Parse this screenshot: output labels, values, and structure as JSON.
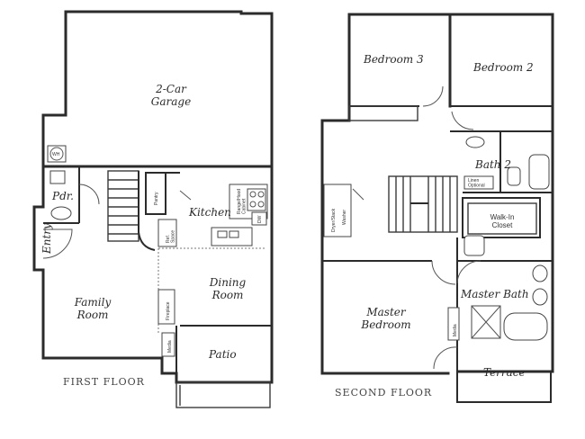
{
  "first_floor": {
    "caption": "FIRST FLOOR",
    "rooms": {
      "garage": "2-Car\nGarage",
      "pdr": "Pdr.",
      "kitchen": "Kitchen",
      "entry": "Entry",
      "family_room": "Family\nRoom",
      "dining_room": "Dining\nRoom",
      "patio": "Patio"
    },
    "fixtures": {
      "wh": "WH",
      "pantry": "Pantry",
      "range": "Range/Hood\nCabinet",
      "dw": "DW",
      "ref": "Ref.\nSpace",
      "fireplace": "Fireplace",
      "media": "Media"
    }
  },
  "second_floor": {
    "caption": "SECOND FLOOR",
    "rooms": {
      "bedroom3": "Bedroom 3",
      "bedroom2": "Bedroom 2",
      "bath2": "Bath 2",
      "walk_in": "Walk-In\nCloset",
      "master_bedroom": "Master\nBedroom",
      "master_bath": "Master Bath",
      "terrace": "Terrace"
    },
    "fixtures": {
      "linen": "Linen\nOptional",
      "dryer": "Dryer/Stack",
      "washer": "Washer",
      "media": "Media"
    }
  }
}
